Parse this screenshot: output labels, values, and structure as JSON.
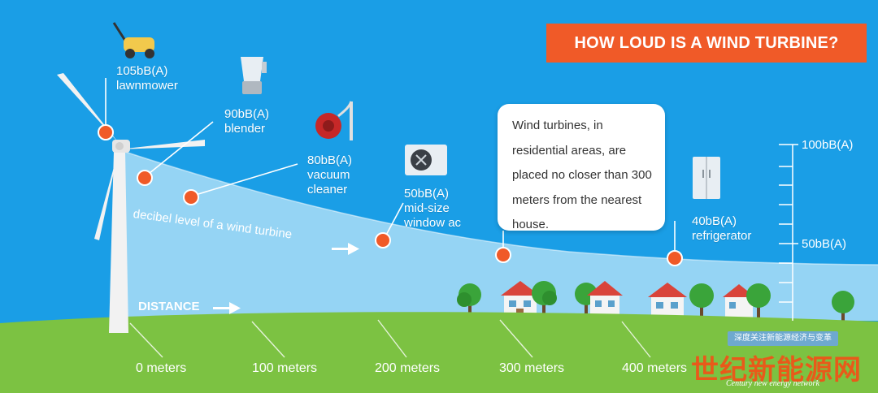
{
  "title": "HOW LOUD IS A WIND TURBINE?",
  "callout": "Wind turbines, in residential areas, are placed no closer than 300 meters from  the nearest house.",
  "sources": [
    {
      "level": "105bB(A)",
      "name": "lawnmower",
      "icon": "lawnmower-icon"
    },
    {
      "level": "90bB(A)",
      "name": "blender",
      "icon": "blender-icon"
    },
    {
      "level": "80bB(A)",
      "name": "vacuum",
      "name2": "cleaner",
      "icon": "vacuum-icon"
    },
    {
      "level": "50bB(A)",
      "name": "mid-size",
      "name2": "window ac",
      "icon": "air-conditioner-icon"
    },
    {
      "level": "40bB(A)",
      "name": "refrigerator",
      "icon": "refrigerator-icon"
    }
  ],
  "decibel_label": "decibel level of a wind turbine",
  "distance_label": "DISTANCE",
  "distance_ticks": [
    "0 meters",
    "100 meters",
    "200 meters",
    "300 meters",
    "400 meters"
  ],
  "scale": {
    "top": "100bB(A)",
    "mid": "50bB(A)"
  },
  "watermark": {
    "line1": "深度关注新能源经济与变革",
    "line2": "世纪新能源网",
    "line3": "Century new energy network"
  },
  "colors": {
    "sky": "#1a9ee6",
    "accent": "#f05a28",
    "grass": "#7cc242",
    "dot": "#f05a28"
  }
}
